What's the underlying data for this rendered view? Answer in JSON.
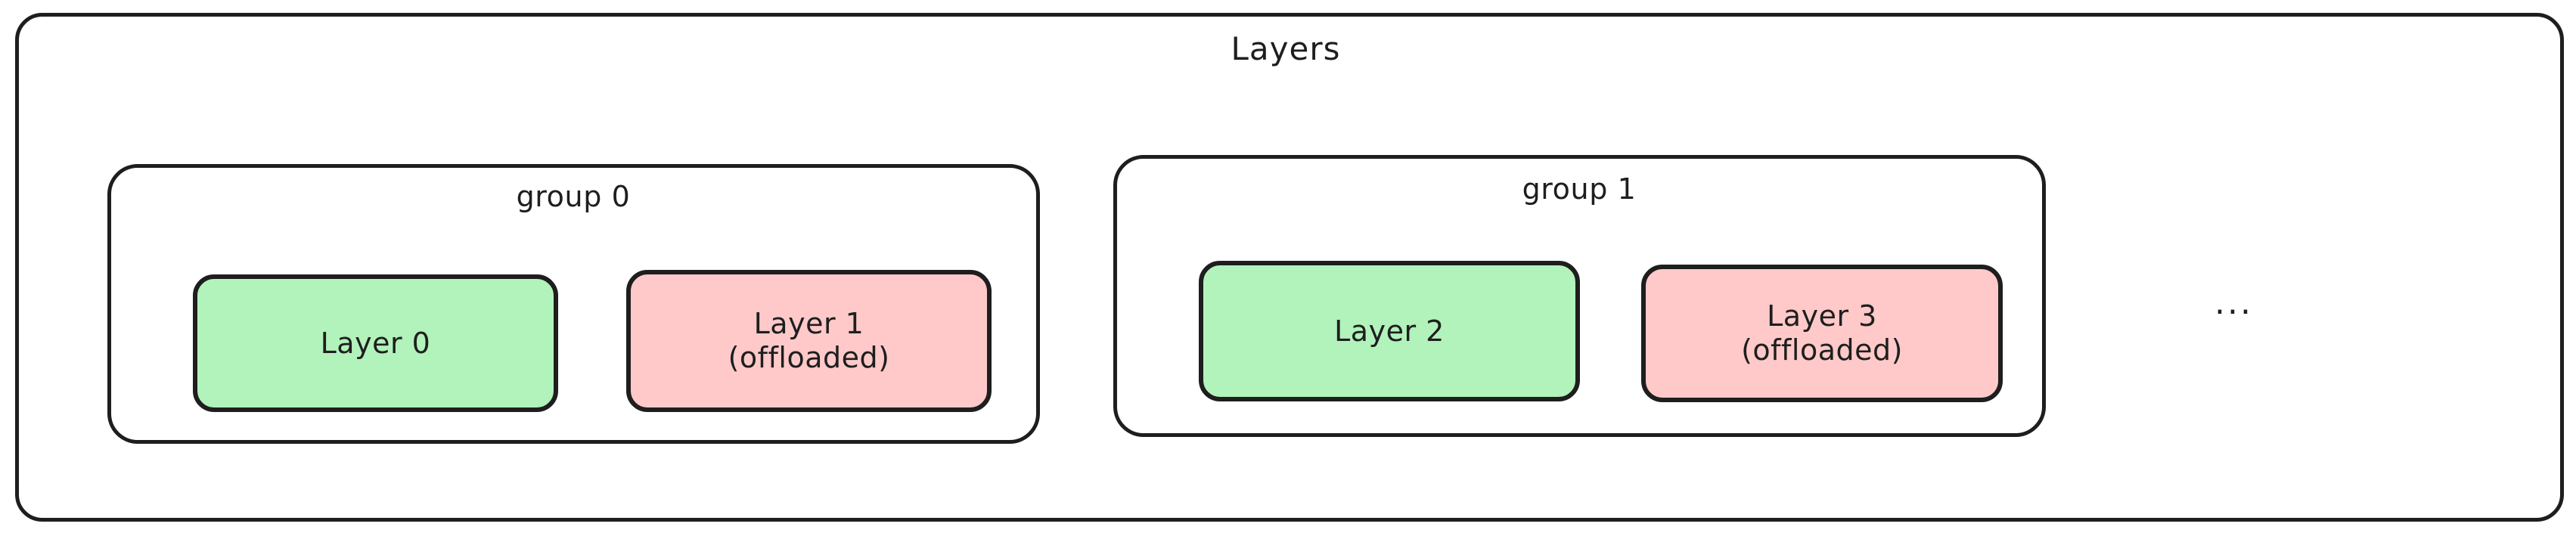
{
  "diagram": {
    "title": "Layers",
    "type": "nested-container-diagram",
    "background_color": "#ffffff",
    "stroke_color": "#1e1e1e",
    "ellipsis": "..."
  },
  "palette": {
    "resident_fill": "#b2f2bb",
    "offloaded_fill": "#ffc9c9",
    "container_fill": "#ffffff",
    "stroke": "#1e1e1e",
    "text": "#1e1e1e"
  },
  "groups": [
    {
      "label": "group 0",
      "layers": [
        {
          "label": "Layer 0",
          "state": "resident",
          "fill": "#b2f2bb"
        },
        {
          "label": "Layer 1\n(offloaded)",
          "state": "offloaded",
          "fill": "#ffc9c9"
        }
      ]
    },
    {
      "label": "group 1",
      "layers": [
        {
          "label": "Layer 2",
          "state": "resident",
          "fill": "#b2f2bb"
        },
        {
          "label": "Layer 3\n(offloaded)",
          "state": "offloaded",
          "fill": "#ffc9c9"
        }
      ]
    }
  ]
}
